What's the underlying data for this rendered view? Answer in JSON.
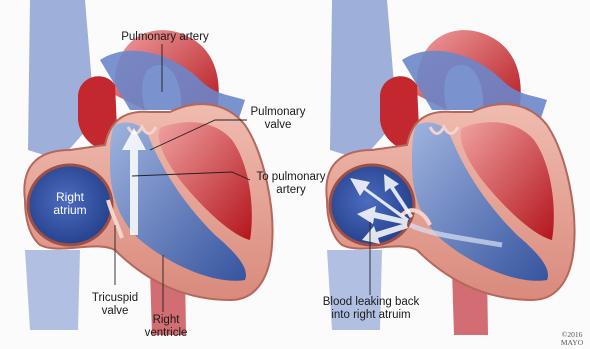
{
  "panel_normal": {
    "labels": {
      "pulmonary_artery": "Pulmonary artery",
      "pulmonary_valve": "Pulmonary\nvalve",
      "to_pulmonary_artery": "To pulmonary\nartery",
      "right_atrium": "Right\natrium",
      "tricuspid_valve": "Tricuspid\nvalve",
      "right_ventricle": "Right\nventricle"
    }
  },
  "panel_regurgitation": {
    "labels": {
      "blood_leaking_back": "Blood leaking back\ninto right atruim"
    }
  },
  "copyright": "©2016\nMAYO",
  "colors": {
    "deoxygenated_blue": "#3f63b4",
    "oxygenated_red": "#c6262b",
    "heart_wall": "#e9a99a",
    "background": "#fbfbfb"
  }
}
